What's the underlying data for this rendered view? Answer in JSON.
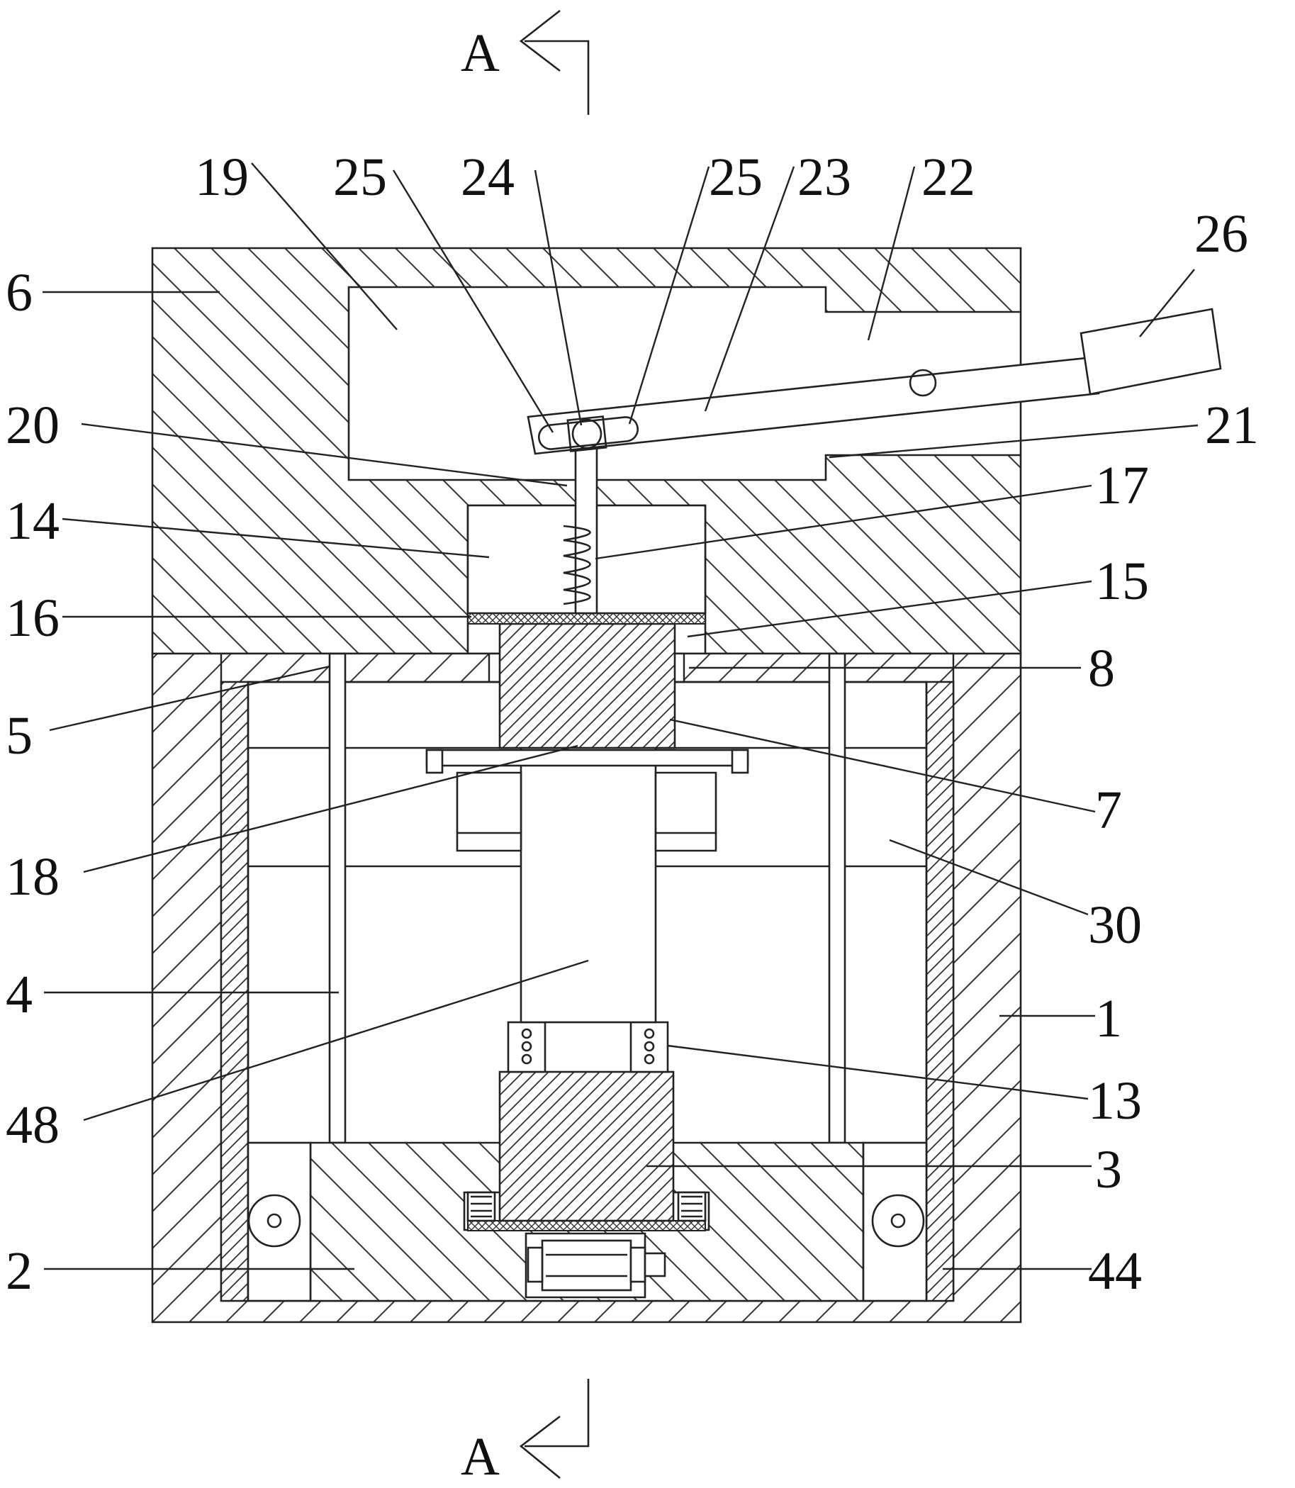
{
  "section_marks": {
    "top": "A",
    "bottom": "A"
  },
  "labels": {
    "l6": "6",
    "l19": "19",
    "l25a": "25",
    "l24": "24",
    "l25b": "25",
    "l23": "23",
    "l22": "22",
    "l26": "26",
    "l20": "20",
    "l21": "21",
    "l14": "14",
    "l17": "17",
    "l15": "15",
    "l16": "16",
    "l8": "8",
    "l5": "5",
    "l7": "7",
    "l18": "18",
    "l30": "30",
    "l4": "4",
    "l1": "1",
    "l48": "48",
    "l13": "13",
    "l3": "3",
    "l2": "2",
    "l44": "44"
  }
}
